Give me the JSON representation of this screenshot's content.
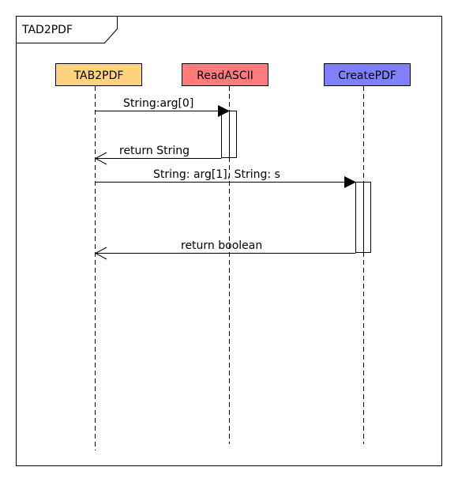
{
  "frame": {
    "title": "TAD2PDF"
  },
  "participants": [
    {
      "id": "tab2pdf",
      "label": "TAB2PDF",
      "color": "#ffd280"
    },
    {
      "id": "readascii",
      "label": "ReadASCII",
      "color": "#ff7b7b"
    },
    {
      "id": "createpdf",
      "label": "CreatePDF",
      "color": "#8080ff"
    }
  ],
  "messages": [
    {
      "from": "tab2pdf",
      "to": "readascii",
      "label": "String:arg[0]",
      "kind": "call"
    },
    {
      "from": "readascii",
      "to": "tab2pdf",
      "label": "return String",
      "kind": "return"
    },
    {
      "from": "tab2pdf",
      "to": "createpdf",
      "label": "String: arg[1], String: s",
      "kind": "call"
    },
    {
      "from": "createpdf",
      "to": "tab2pdf",
      "label": "return boolean",
      "kind": "return"
    }
  ]
}
